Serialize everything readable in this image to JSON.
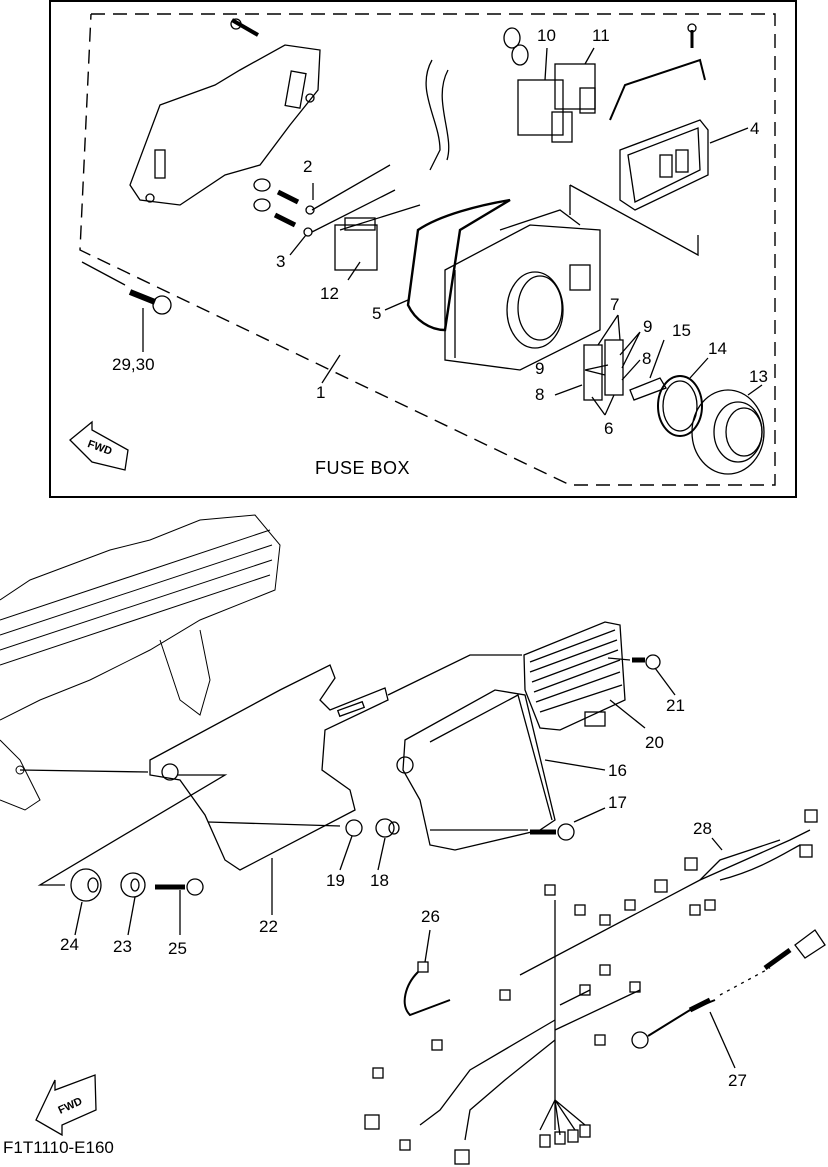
{
  "diagram": {
    "fuse_box_title": "FUSE BOX",
    "drawing_code": "F1T1110-E160",
    "fwd_label": "FWD",
    "callouts": {
      "c1": "1",
      "c2": "2",
      "c3": "3",
      "c4": "4",
      "c5": "5",
      "c6": "6",
      "c7": "7",
      "c8a": "8",
      "c8b": "8",
      "c9a": "9",
      "c9b": "9",
      "c10": "10",
      "c11": "11",
      "c12": "12",
      "c13": "13",
      "c14": "14",
      "c15": "15",
      "c16": "16",
      "c17": "17",
      "c18": "18",
      "c19": "19",
      "c20": "20",
      "c21": "21",
      "c22": "22",
      "c23": "23",
      "c24": "24",
      "c25": "25",
      "c26": "26",
      "c27": "27",
      "c28": "28",
      "c2930": "29,30"
    }
  }
}
